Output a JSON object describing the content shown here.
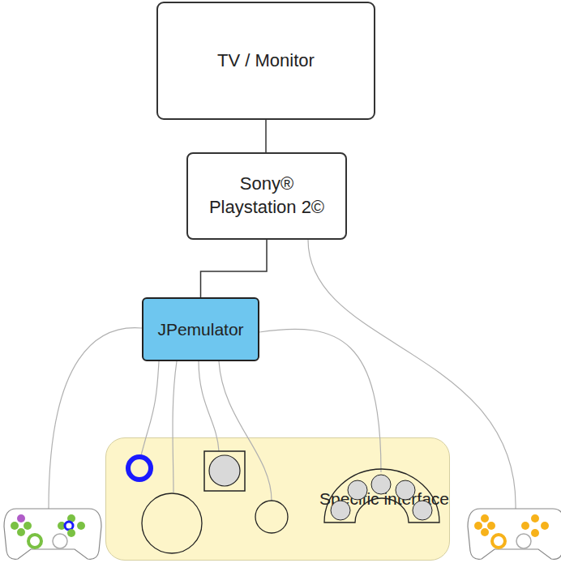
{
  "diagram": {
    "nodes": [
      {
        "text": [
          "TV / Monitor"
        ]
      },
      {
        "text": [
          "Sony® Playstation 2©"
        ]
      },
      {
        "text": [
          "JPemulator"
        ]
      },
      {
        "text": [
          "Specific interface"
        ]
      }
    ],
    "edges": [
      {
        "from": 0,
        "to": 1,
        "arrow": "none"
      },
      {
        "from": 1,
        "to": 2,
        "arrow": "none"
      },
      {
        "from": 2,
        "to": 3,
        "arrow": "none"
      }
    ]
  }
}
